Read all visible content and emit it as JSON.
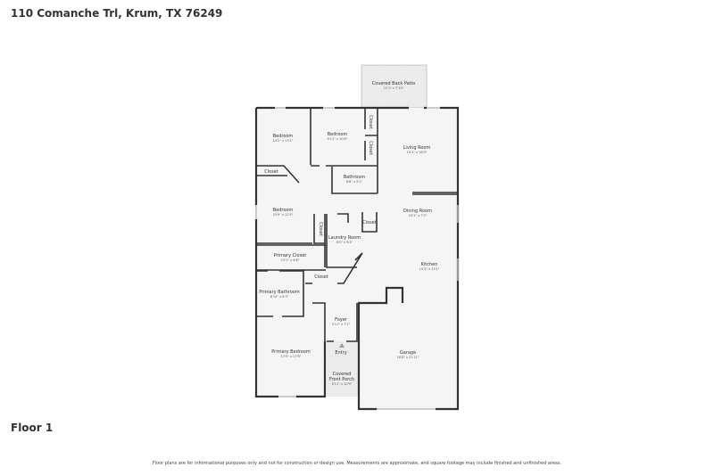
{
  "header": {
    "address": "110 Comanche Trl, Krum, TX 76249"
  },
  "floor_label": "Floor 1",
  "disclaimer": "Floor plans are for informational purposes only and not for construction or design use. Measurements are approximate, and square footage may include finished and unfinished areas.",
  "colors": {
    "wall": "#333333",
    "floor": "#f5f5f5",
    "outdoor": "#eeeeee"
  },
  "rooms": [
    {
      "name": "Covered Back Patio",
      "dims": "12'1\" x 7'10\""
    },
    {
      "name": "Bedroom",
      "dims": "10'2\" x 13'1\""
    },
    {
      "name": "Bedroom",
      "dims": "9'11\" x 10'8\""
    },
    {
      "name": "Living Room",
      "dims": "15'1\" x 16'3\""
    },
    {
      "name": "Bathroom",
      "dims": "8'6\" x 5'2\""
    },
    {
      "name": "Bedroom",
      "dims": "10'9\" x 12'5\""
    },
    {
      "name": "Dining Room",
      "dims": "15'1\" x 7'2\""
    },
    {
      "name": "Laundry Room",
      "dims": "6'5\" x 9'4\""
    },
    {
      "name": "Primary Closet",
      "dims": "13'1\" x 4'8\""
    },
    {
      "name": "Kitchen",
      "dims": "10'3\" x 13'1\""
    },
    {
      "name": "Primary Bathroom",
      "dims": "8'10\" x 8'3\""
    },
    {
      "name": "Foyer",
      "dims": "5'11\" x 7'1\""
    },
    {
      "name": "Primary Bedroom",
      "dims": "13'0\" x 17'6\""
    },
    {
      "name": "Garage",
      "dims": "18'8\" x 22'11\""
    },
    {
      "name": "Covered Front Porch",
      "dims": "5'11\" x 10'9\""
    }
  ],
  "labels": {
    "closet": "Closet",
    "entry": "Entry",
    "covered": "Covered",
    "front_porch": "Front Porch"
  }
}
